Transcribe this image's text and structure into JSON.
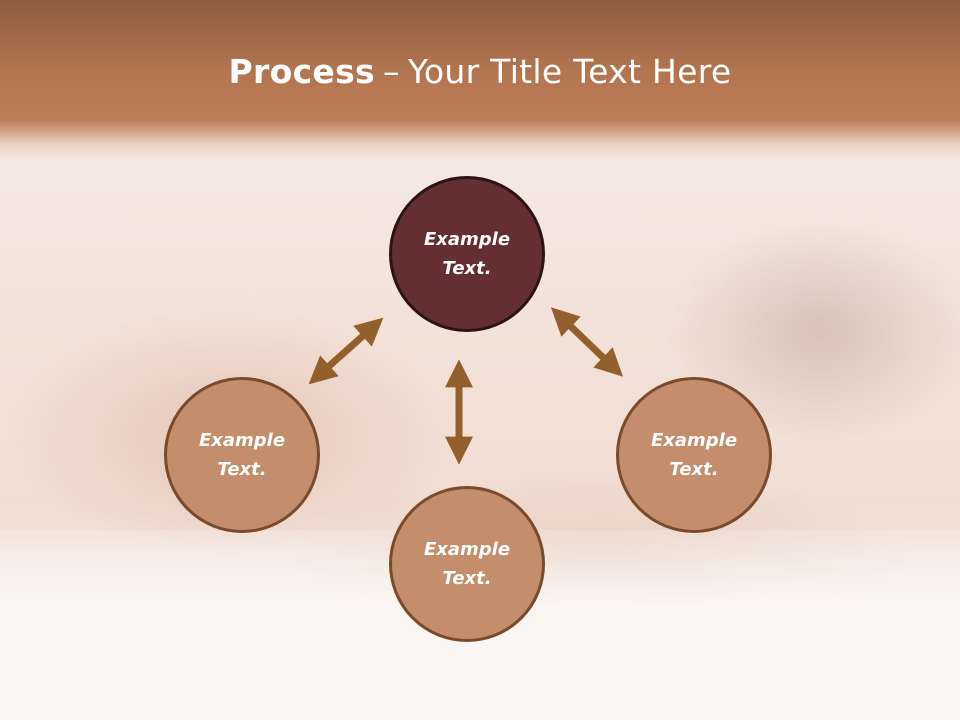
{
  "slide": {
    "title_bold": "Process",
    "title_dash": "–",
    "title_rest": "Your Title Text Here"
  },
  "diagram": {
    "center_node": "Example\nText.",
    "left_node": "Example\nText.",
    "right_node": "Example\nText.",
    "bottom_node": "Example\nText."
  },
  "colors": {
    "header": "#b27550",
    "center_fill": "#652f32",
    "outer_fill": "#c48d6b",
    "arrow": "#93602d"
  }
}
